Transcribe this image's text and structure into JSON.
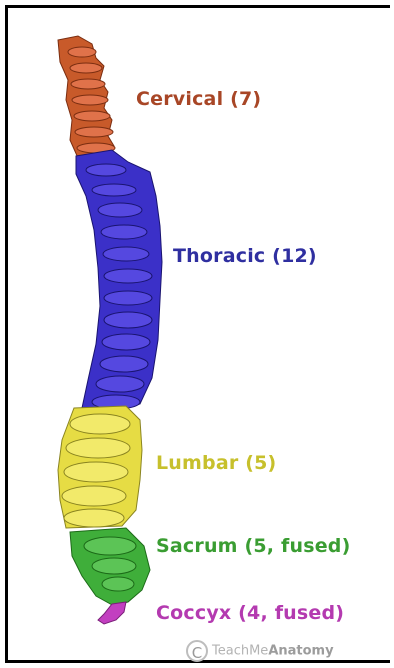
{
  "labels": {
    "cervical": "Cervical (7)",
    "thoracic": "Thoracic (12)",
    "lumbar": "Lumbar (5)",
    "sacrum": "Sacrum (5, fused)",
    "coccyx": "Coccyx (4, fused)"
  },
  "colors": {
    "cervical": "#c85a2a",
    "thoracic": "#3b30c8",
    "lumbar": "#e6dc44",
    "sacrum": "#3fae3a",
    "coccyx": "#c23fc0",
    "cervical_text": "#a84626",
    "thoracic_text": "#2f2fa0",
    "lumbar_text": "#c7c02c",
    "sacrum_text": "#3a9d32",
    "coccyx_text": "#b43ab0"
  },
  "watermark": {
    "symbol": "C",
    "prefix": "TeachMe",
    "brand": "Anatomy"
  }
}
